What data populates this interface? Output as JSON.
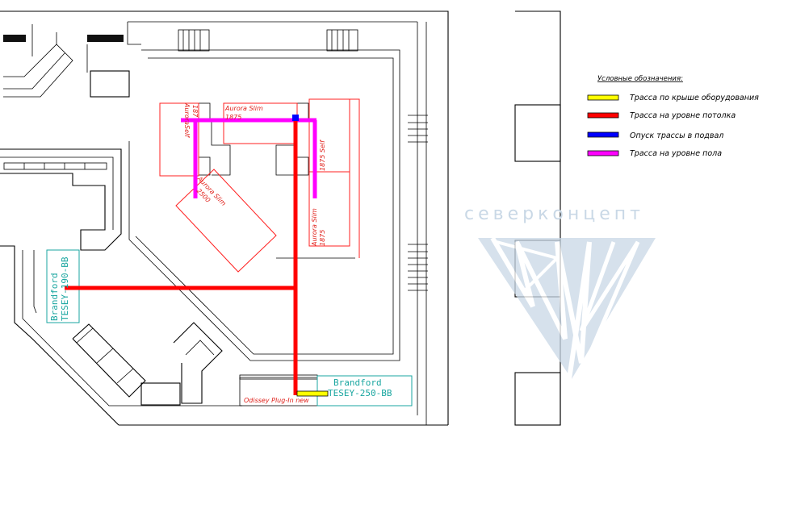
{
  "legend": {
    "title": "Условные обозначения:",
    "items": [
      {
        "label": "Трасса по крыше оборудования",
        "color": "#ffff00"
      },
      {
        "label": "Трасса на уровне потолка",
        "color": "#ff0000"
      },
      {
        "label": "Опуск трассы в подвал",
        "color": "#0000ff"
      },
      {
        "label": "Трасса на уровне пола",
        "color": "#ff00ff"
      }
    ]
  },
  "equipment": {
    "aurora_slim_1875_top_line1": "Aurora Slim",
    "aurora_slim_1875_top_line2": "1875",
    "aurora_left_vertical_line1": "Aurora",
    "aurora_left_vertical_line2": "187",
    "aurora_left_vertical_line3": "Self",
    "aurora_slim_2500_line1": "Aurora Slim",
    "aurora_slim_2500_line2": "2500",
    "right_upper_vertical": "1875 Self",
    "right_lower_vertical_line1": "Aurora Slim",
    "right_lower_vertical_line2": "1875",
    "brandford_left_line1": "Brandford",
    "brandford_left_line2": "TESEY-190-BB",
    "brandford_bottom_line1": "Brandford",
    "brandford_bottom_line2": "TESEY-250-BB",
    "odissey": "Odissey Plug-In new"
  },
  "logo": {
    "text": "северконцепт",
    "color": "#c9d8e6"
  }
}
